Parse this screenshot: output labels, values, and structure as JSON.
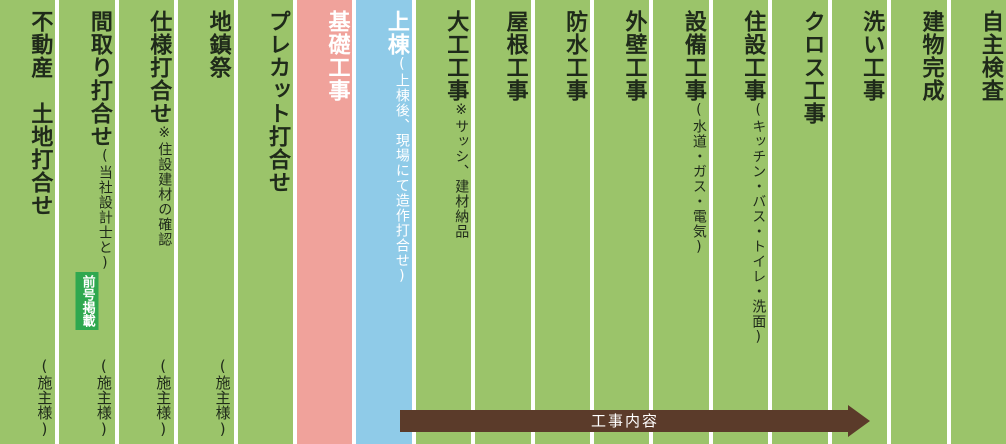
{
  "columns": [
    {
      "title": "不動産　土地打合せ",
      "owner": "(施主様)"
    },
    {
      "title": "間取り打合せ",
      "note": "(当社設計士と)",
      "badge": "前号掲載",
      "owner": "(施主様)"
    },
    {
      "title": "仕様打合せ",
      "note": "※住設建材の確認",
      "owner": "(施主様)"
    },
    {
      "title": "地鎮祭",
      "owner": "(施主様)"
    },
    {
      "title": "プレカット打合せ"
    },
    {
      "title": "基礎工事",
      "theme": "pink"
    },
    {
      "title": "上棟",
      "note": "(上棟後、現場にて造作打合せ)",
      "theme": "blue"
    },
    {
      "title": "大工工事",
      "note": "※サッシ、建材納品"
    },
    {
      "title": "屋根工事"
    },
    {
      "title": "防水工事"
    },
    {
      "title": "外壁工事"
    },
    {
      "title": "設備工事",
      "note": "(水道・ガス・電気)"
    },
    {
      "title": "住設工事",
      "note": "(キッチン・バス・トイレ・洗面)"
    },
    {
      "title": "クロス工事"
    },
    {
      "title": "洗い工事"
    },
    {
      "title": "建物完成"
    },
    {
      "title": "自主検査"
    }
  ],
  "process_label": "工事内容"
}
